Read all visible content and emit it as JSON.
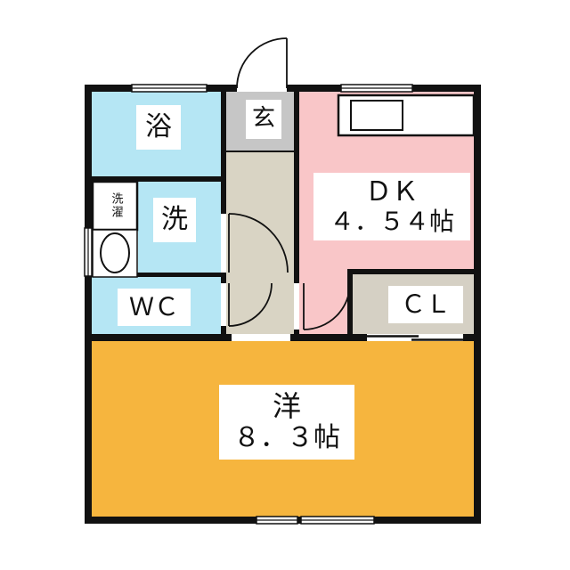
{
  "floorplan": {
    "rooms": {
      "bath": {
        "label": "浴"
      },
      "entrance_hall": {
        "label": "玄"
      },
      "dining_kitchen": {
        "label": "ＤＫ",
        "size": "４．５４帖"
      },
      "laundry": {
        "label": "洗濯"
      },
      "washroom": {
        "label": "洗"
      },
      "toilet": {
        "label": "ＷＣ"
      },
      "closet": {
        "label": "ＣＬ"
      },
      "western_room": {
        "label": "洋",
        "size": "８．３帖"
      }
    },
    "colors": {
      "wall": "#111111",
      "wet_area": "#b5e6f4",
      "dining_kitchen": "#f9c6c8",
      "western_room": "#f6b53e",
      "entrance": "#c6c6c6",
      "corridor": "#d9d4c4",
      "closet": "#d5d0c4"
    }
  }
}
